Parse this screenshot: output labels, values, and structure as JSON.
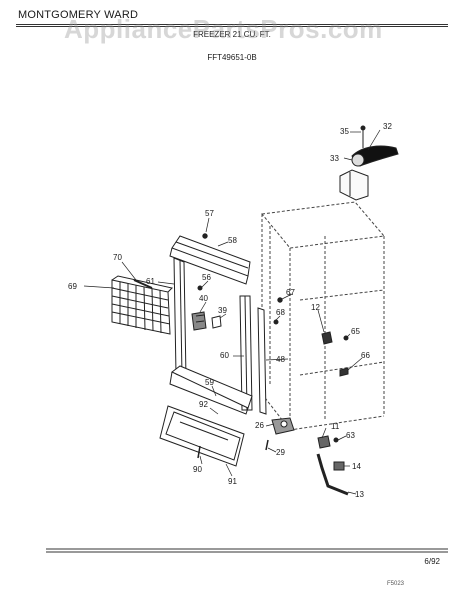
{
  "header": {
    "brand": "MONTGOMERY WARD",
    "title": "FREEZER 21 CU. FT.",
    "model": "FFT49651-0B"
  },
  "watermark": "AppliancePartsPros.com",
  "footer": {
    "date": "6/92",
    "code": "F5023"
  },
  "callouts": {
    "p32": "32",
    "p35": "35",
    "p33": "33",
    "p57": "57",
    "p58": "58",
    "p70": "70",
    "p69": "69",
    "p61": "61",
    "p56": "56",
    "p40": "40",
    "p39": "39",
    "p67": "67",
    "p68": "68",
    "p12": "12",
    "p65": "65",
    "p60": "60",
    "p48": "48",
    "p66": "66",
    "p59": "59",
    "p92": "92",
    "p26": "26",
    "p11": "11",
    "p63": "63",
    "p29": "29",
    "p90": "90",
    "p91": "91",
    "p14": "14",
    "p13": "13"
  }
}
